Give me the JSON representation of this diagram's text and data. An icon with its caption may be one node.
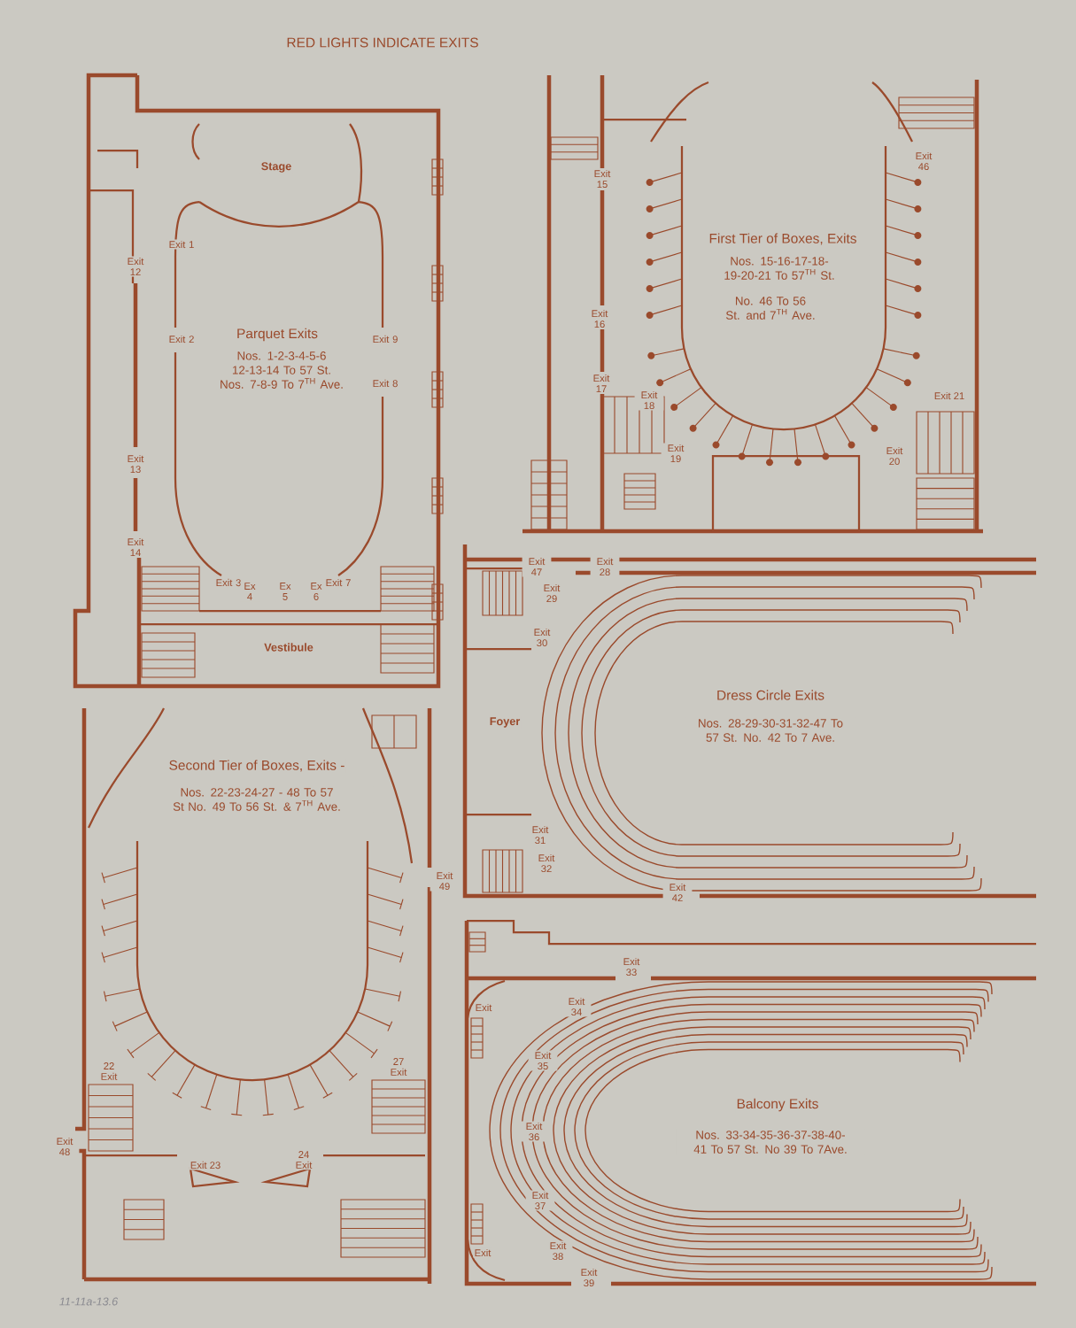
{
  "diagram": {
    "title": "RED LIGHTS INDICATE EXITS",
    "labels": [
      "Stage",
      "Exit 1",
      "Exit 12",
      "Exit 2",
      "Parquet Exits",
      "Nos. 1-2-3-4-5-6 12-13-14 To 57 St. Nos. 7-8-9 To 7$^{TH}$ Ave.",
      "Exit 9",
      "Exit 8",
      "Exit 13",
      "Exit 14",
      "Exit 3",
      "Ex 4",
      "Ex 5",
      "Ex 6",
      "Exit 7",
      "Vestibule",
      "Exit 15",
      "Exit 46",
      "First Tier of Boxes, Exits",
      "Nos. 15-16-17-18-19-20-21 To 57$^{TH}$ St.",
      "No. 46 To 56 St. and 7$^{TH}$ Ave.",
      "Exit 16",
      "Exit 17",
      "Exit 18",
      "Exit 19",
      "Exit 21",
      "Exit 20",
      "Exit 47",
      "Exit 28",
      "Exit 29",
      "Exit 30",
      "Foyer",
      "Dress Circle Exits",
      "Nos. 28-29-30-31-32-47 To 57 St. No. 42 To 7 Ave.",
      "Exit 31",
      "Exit 32",
      "Exit 42",
      "Second Tier of Boxes, Exits -",
      "Nos. 22-23-24-27 - 48 To 57 St No. 49 To 56 St. & 7$^{TH}$ Ave.",
      "Exit 49",
      "22 Exit",
      "27 Exit",
      "Exit 48",
      "Exit 23",
      "24 Exit",
      "Exit 33",
      "Exit",
      "Exit 34",
      "Exit 35",
      "Exit 36",
      "Exit 37",
      "Exit 38",
      "Exit 39",
      "Exit",
      "Balcony Exits",
      "Nos. 33-34-35-36-37-38-40-41 To 57 St. No 39 To 7Ave.",
      "11-11a-13.6"
    ]
  }
}
